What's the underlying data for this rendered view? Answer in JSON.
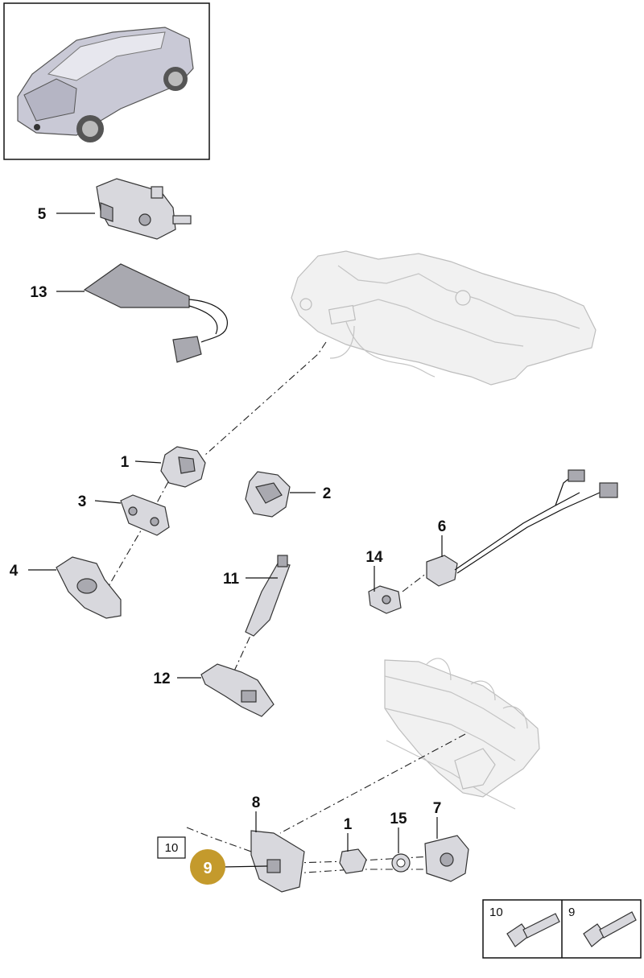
{
  "callouts": {
    "c1a": "1",
    "c2": "2",
    "c3": "3",
    "c4": "4",
    "c5": "5",
    "c6": "6",
    "c7": "7",
    "c8": "8",
    "c9": "9",
    "c10": "10",
    "c11": "11",
    "c12": "12",
    "c13": "13",
    "c14": "14",
    "c15": "15",
    "c1b": "1"
  },
  "legend": {
    "left": "10",
    "right": "9"
  },
  "colors": {
    "highlight_badge": "#c49a2c",
    "ghost_assembly": "#f1f1f1",
    "part_fill": "#d8d8dd"
  },
  "icons": [
    "vehicle-overview-icon",
    "bolt-icon"
  ]
}
